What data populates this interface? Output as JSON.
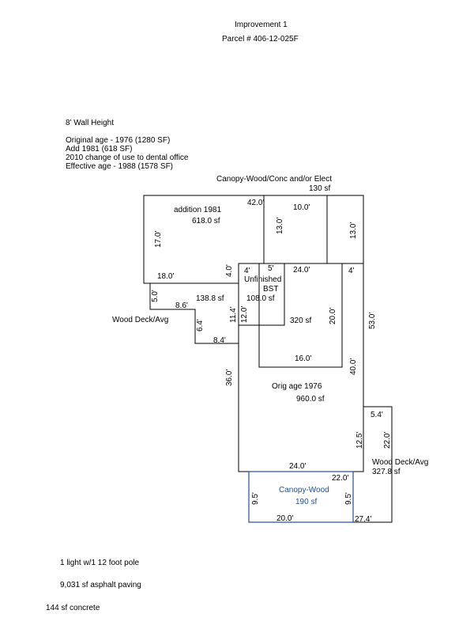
{
  "header": {
    "title": "Improvement 1",
    "parcel": "Parcel # 406-12-025F"
  },
  "notes": {
    "wall_height": "8' Wall Height",
    "lines": [
      "Original age - 1976 (1280 SF)",
      "Add 1981 (618 SF)",
      "2010 change of use to dental office",
      "Effective age - 1988 (1578 SF)"
    ]
  },
  "sketch": {
    "canopy_top_label": "Canopy-Wood/Conc and/or Elect",
    "canopy_top_area": "130 sf",
    "addition_label": "addition 1981",
    "addition_area": "618.0 sf",
    "unfinished_line1": "Unfinished",
    "unfinished_line2": "BST",
    "unfinished_area": "108.0 sf",
    "bst_area": "320 sf",
    "deck_left_area": "138.8 sf",
    "deck_left_label": "Wood Deck/Avg",
    "orig_label": "Orig age 1976",
    "orig_area": "960.0 sf",
    "deck_right_label": "Wood Deck/Avg",
    "deck_right_area": "327.8 sf",
    "canopy_bottom_label": "Canopy-Wood",
    "canopy_bottom_area": "190 sf",
    "dimensions": {
      "d42": "42.0'",
      "d10": "10.0'",
      "d13a": "13.0'",
      "d13b": "13.0'",
      "d17": "17.0'",
      "d18": "18.0'",
      "d4v": "4.0'",
      "d4a": "4'",
      "d5a": "5'",
      "d24a": "24.0'",
      "d4b": "4'",
      "d53": "53.0'",
      "d5v": "5.0'",
      "d86": "8.6'",
      "d64": "6.4'",
      "d84": "8.4'",
      "d114": "11.4'",
      "d12": "12.0'",
      "d20v": "20.0'",
      "d16": "16.0'",
      "d40": "40.0'",
      "d36": "36.0'",
      "d54": "5.4'",
      "d125": "12.5'",
      "d22v": "22.0'",
      "d24b": "24.0'",
      "d22h": "22.0'",
      "d95a": "9.5'",
      "d95b": "9.5'",
      "d20h": "20.0'",
      "d274": "27.4'"
    }
  },
  "footer": {
    "light": "1 light w/1 12 foot pole",
    "paving": "9,031 sf asphalt paving",
    "concrete": "144 sf concrete"
  },
  "colors": {
    "outline": "#000000",
    "canopy_outline": "#1f4e9a"
  }
}
